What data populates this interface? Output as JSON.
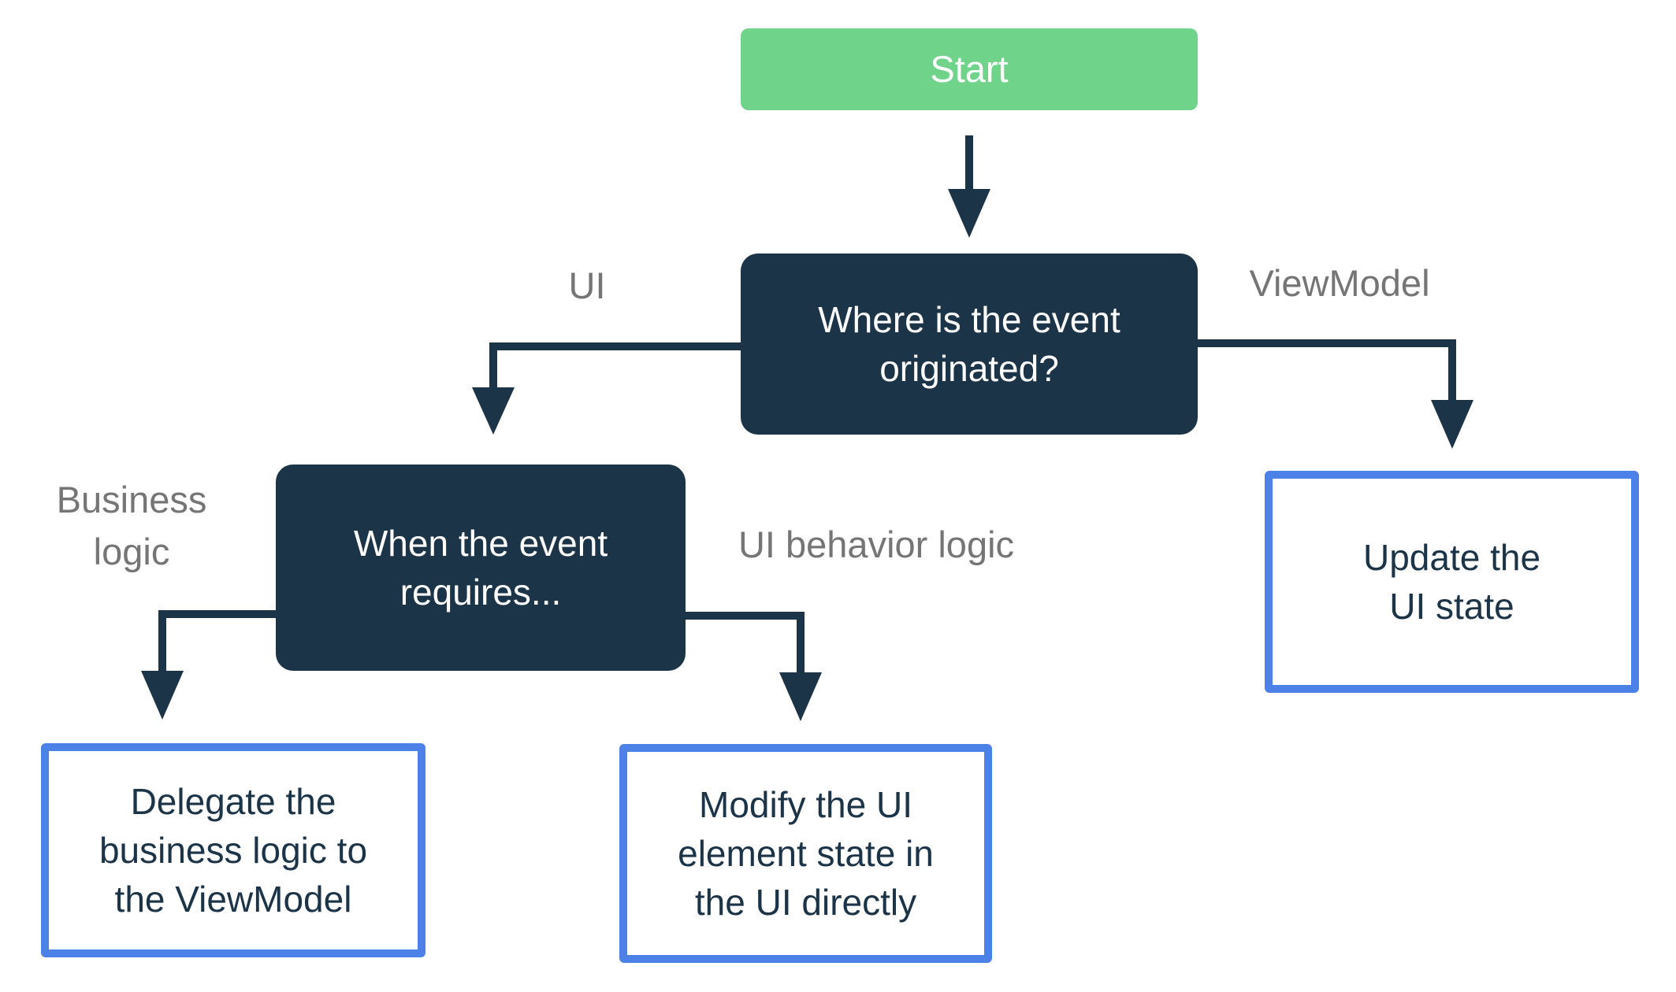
{
  "colors": {
    "bg": "#ffffff",
    "green": "#6FD38A",
    "navy": "#1C3447",
    "blue": "#4C82E8",
    "gray": "#757575",
    "white": "#ffffff"
  },
  "diagram": {
    "nodes": {
      "start": {
        "type": "start",
        "label": "Start"
      },
      "where_event_originated": {
        "type": "decision",
        "lines": [
          "Where is the event",
          "originated?"
        ]
      },
      "when_event_requires": {
        "type": "decision",
        "lines": [
          "When the event",
          "requires..."
        ]
      },
      "update_ui_state": {
        "type": "action",
        "lines": [
          "Update the",
          "UI state"
        ]
      },
      "delegate_business_logic": {
        "type": "action",
        "lines": [
          "Delegate the",
          "business logic to",
          "the ViewModel"
        ]
      },
      "modify_ui_element": {
        "type": "action",
        "lines": [
          "Modify the UI",
          "element state in",
          "the UI directly"
        ]
      }
    },
    "edge_labels": {
      "ui": "UI",
      "viewmodel": "ViewModel",
      "business_logic": {
        "lines": [
          "Business",
          "logic"
        ]
      },
      "ui_behavior_logic": "UI behavior logic"
    }
  }
}
